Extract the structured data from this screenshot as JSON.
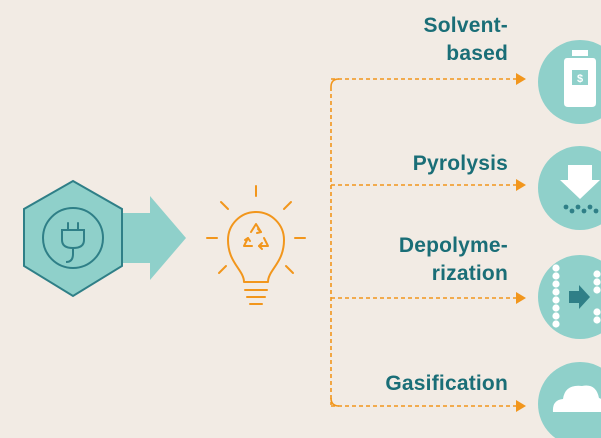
{
  "colors": {
    "background": "#f2ebe4",
    "teal_text": "#1a6e77",
    "teal_fill": "#8fd0ca",
    "hexagon_stroke": "#2f7f87",
    "orange": "#f2961c"
  },
  "icons": {
    "source": "plug-icon",
    "process": "lightbulb-recycle-icon"
  },
  "branches": [
    {
      "label_lines": [
        "Solvent-",
        "based"
      ],
      "icon": "bottle-icon"
    },
    {
      "label_lines": [
        "Pyrolysis"
      ],
      "icon": "arrow-down-particles-icon"
    },
    {
      "label_lines": [
        "Depolyme-",
        "rization"
      ],
      "icon": "chain-split-icon"
    },
    {
      "label_lines": [
        "Gasification"
      ],
      "icon": "cloud-icon"
    }
  ]
}
